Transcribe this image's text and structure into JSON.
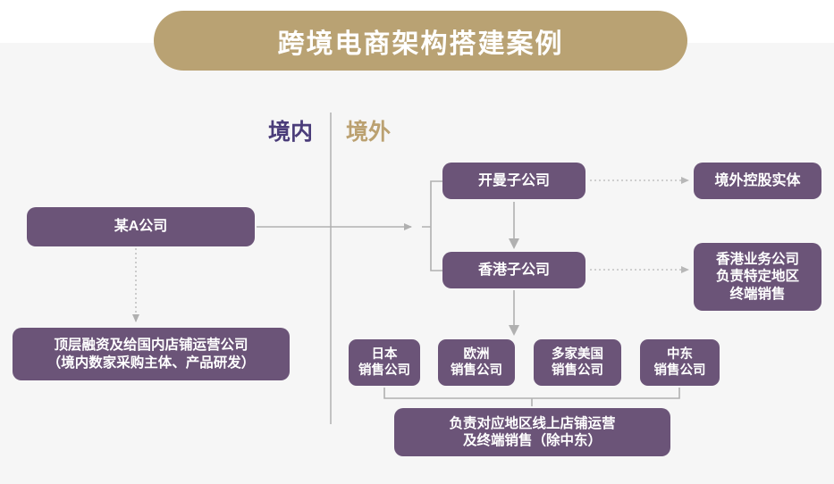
{
  "page": {
    "title": "跨境电商架构搭建案例",
    "background_color": "#f6f6f6",
    "node_color": "#6b5478",
    "banner_color": "#b9a273",
    "wire_color": "#a8a8a8"
  },
  "regions": {
    "domestic": "境内",
    "overseas": "境外",
    "domestic_color": "#4b3d7a",
    "overseas_color": "#bba171"
  },
  "nodes": {
    "a_company": "某A公司",
    "top_financing_line1": "顶层融资及给国内店铺运营公司",
    "top_financing_line2": "（境内数家采购主体、产品研发）",
    "cayman": "开曼子公司",
    "overseas_holding": "境外控股实体",
    "hongkong": "香港子公司",
    "hk_business_line1": "香港业务公司",
    "hk_business_line2": "负责特定地区",
    "hk_business_line3": "终端销售",
    "japan_line1": "日本",
    "japan_line2": "销售公司",
    "europe_line1": "欧洲",
    "europe_line2": "销售公司",
    "usa_line1": "多家美国",
    "usa_line2": "销售公司",
    "middleeast_line1": "中东",
    "middleeast_line2": "销售公司",
    "bottom_desc_line1": "负责对应地区线上店铺运营",
    "bottom_desc_line2": "及终端销售（除中东）"
  }
}
